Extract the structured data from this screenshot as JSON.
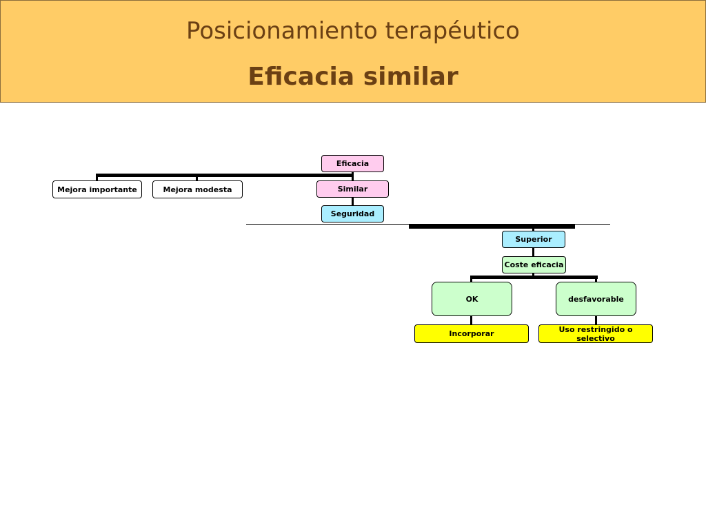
{
  "header": {
    "title": "Posicionamiento terapéutico",
    "subtitle": "Eficacia similar"
  },
  "colors": {
    "header_background": "#ffcc66",
    "header_text": "#6b4014",
    "node_pink": "#ffccee",
    "node_cyan": "#aaeeff",
    "node_green": "#ccffcc",
    "node_yellow": "#ffff00"
  },
  "diagram": {
    "nodes": {
      "eficacia": "Eficacia",
      "mejora_importante": "Mejora importante",
      "mejora_modesta": "Mejora modesta",
      "similar": "Similar",
      "seguridad": "Seguridad",
      "superior": "Superior",
      "coste_eficacia": "Coste eficacia",
      "ok": "OK",
      "desfavorable": "desfavorable",
      "incorporar": "Incorporar",
      "uso_restringido": "Uso restringido o selectivo"
    }
  }
}
